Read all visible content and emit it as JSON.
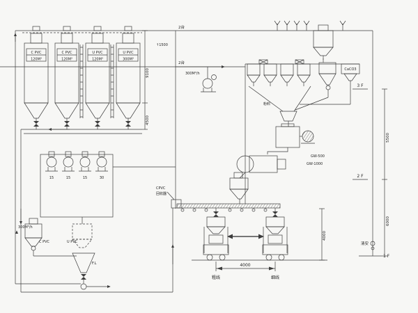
{
  "drawing": {
    "silos": [
      {
        "name": "C PVC",
        "cap": "120M³"
      },
      {
        "name": "C PVC",
        "cap": "120M³"
      },
      {
        "name": "U PVC",
        "cap": "120M³"
      },
      {
        "name": "U PVC",
        "cap": "300M³"
      }
    ],
    "blower_ratings": [
      "15",
      "15",
      "15",
      "30"
    ],
    "dims": {
      "silo_upper": "9100",
      "silo_cone": "4500",
      "floor_3_2": "5500",
      "floor_2_1": "6000",
      "station_span": "4000",
      "station_height": "4000",
      "top_pipe_note": "↑1500"
    },
    "floors": {
      "f3": "3 F",
      "f2": "2 F",
      "f1": "1 F"
    },
    "labels": {
      "units_top": "2台",
      "units_mid": "2台",
      "flow_mid": "300M³/h",
      "flow_left": "300M³/h",
      "recycler_line1": "CPVC",
      "recycler_line2": "回收器",
      "mixer_hot": "GW-500",
      "mixer_cold": "GW-1000",
      "powder": "粉料",
      "additive_box": "CaCO3",
      "cpvc_small": "C PVC",
      "upvc_small": "U PVC",
      "floor_level": "F.L",
      "station_left": "粗线",
      "station_right": "细线",
      "right_note": "清安"
    }
  }
}
